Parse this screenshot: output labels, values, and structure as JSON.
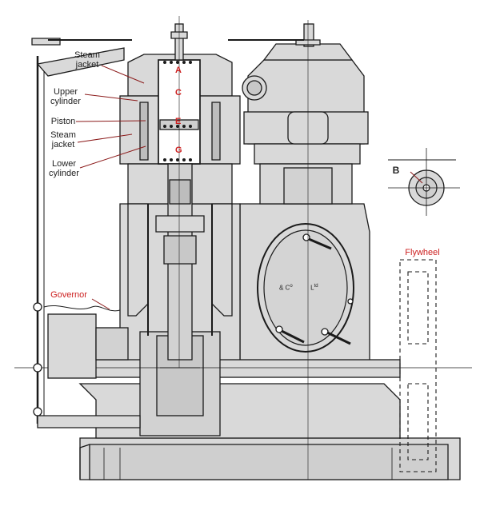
{
  "labels": {
    "steam_jacket_top": "Steam\njacket",
    "upper_cylinder": "Upper\ncylinder",
    "piston": "Piston",
    "steam_jacket_lower": "Steam\njacket",
    "lower_cylinder": "Lower\ncylinder",
    "governor": "Governor",
    "flywheel": "Flywheel",
    "detail_b": "B"
  },
  "letters": {
    "a": "A",
    "c": "C",
    "e": "E",
    "g": "G"
  },
  "maker_mark": {
    "left": "& C",
    "sup_o": "o",
    "right": "L",
    "sup_td": "td"
  },
  "colors": {
    "body_fill": "#d9d9d9",
    "inner_fill": "#c8c8c8",
    "outline": "#1a1a1a",
    "label_red": "#cc1f1f",
    "label_dark": "#222222",
    "leader": "#8b1a1a"
  }
}
